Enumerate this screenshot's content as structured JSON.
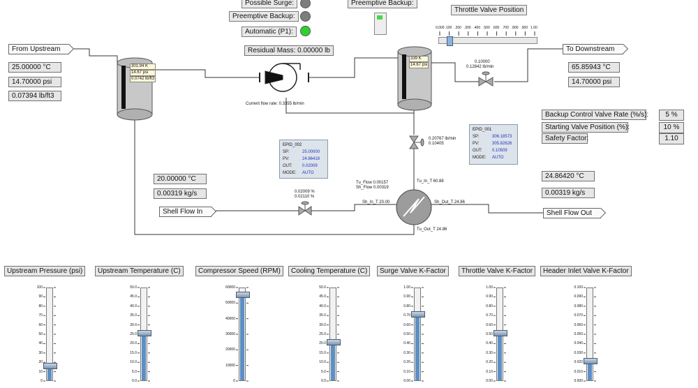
{
  "controls": {
    "possible_surge": "Possible Surge:",
    "preemptive_backup_top": "Preemptive Backup:",
    "automatic_p1": "Automatic (P1):",
    "preemptive_backup_switch": "Preemptive Backup:",
    "throttle_valve_position": "Throttle Valve Position",
    "residual_mass": "Residual Mass: 0.00000 lb",
    "led_colors": {
      "possible_surge": "#7d7d7d",
      "preemptive_backup": "#7d7d7d",
      "automatic": "#2fd12f"
    }
  },
  "throttle_scale": {
    "ticks": [
      "0.000",
      ".100",
      ".200",
      ".300",
      ".400",
      ".500",
      ".600",
      ".700",
      ".800",
      ".900",
      "1.00"
    ],
    "value": 0.08
  },
  "upstream": {
    "label": "From Upstream",
    "temp": "25.00000 °C",
    "pressure": "14.70000 psi",
    "density": "0.07394 lb/ft3"
  },
  "downstream": {
    "label": "To Downstream",
    "temp": "65.85943 °C",
    "pressure": "14.70000 psi"
  },
  "tank1_readout": [
    "301.94 K",
    "14.67 psi",
    "0.0742 lb/ft3"
  ],
  "tank2_readout": [
    "339 K",
    "14.67 psi"
  ],
  "compressor": {
    "flow_label": "Current flow rate: 0.3355 lb/min"
  },
  "throttle_valve": {
    "line1": "0.10000",
    "line2": "0.12842 lb/min"
  },
  "surge_valve": {
    "line1": "0.20767 lb/min",
    "line2": "0.10405"
  },
  "shell_valve": {
    "line1": "0.02009 %",
    "line2": "0.02110 %"
  },
  "pid_002": {
    "title": "EPID_002",
    "rows": [
      [
        "SP:",
        "25.00000"
      ],
      [
        "PV:",
        "24.86418"
      ],
      [
        "OUT:",
        "0.02009"
      ],
      [
        "MODE:",
        "AUTO"
      ]
    ]
  },
  "pid_001": {
    "title": "EPID_001",
    "rows": [
      [
        "SP:",
        "306.18573"
      ],
      [
        "PV:",
        "305.82626"
      ],
      [
        "OUT:",
        "0.10509"
      ],
      [
        "MODE:",
        "AUTO"
      ]
    ]
  },
  "shell_in": {
    "label": "Shell Flow In",
    "temp": "20.00000 °C",
    "flow": "0.00319 kg/s"
  },
  "shell_out": {
    "label": "Shell Flow Out",
    "temp": "24.86420 °C",
    "flow": "0.00319 kg/s"
  },
  "hx": {
    "tu_flow": "Tu_Flow 0.00157",
    "sh_flow": "Sh_Flow 0.00319",
    "tu_in": "Tu_In_T 60.88",
    "sh_in": "Sh_In_T 20.00",
    "sh_out": "Sh_Out_T 24.86",
    "tu_out": "Tu_Out_T 24.86"
  },
  "rates": [
    {
      "label": "Backup Control Valve Rate (%/s):",
      "value": "5 %"
    },
    {
      "label": "Starting Valve Position (%):",
      "value": "10 %"
    },
    {
      "label": "Safety Factor:",
      "value": "1.10"
    }
  ],
  "sliders": [
    {
      "label": "Upstream Pressure (psi)",
      "ticks": [
        "100",
        "90",
        "80",
        "70",
        "60",
        "50",
        "40",
        "30",
        "20",
        "10",
        "0"
      ],
      "fraction": 0.15
    },
    {
      "label": "Upstream Temperature (C)",
      "ticks": [
        "50.0",
        "45.0",
        "40.0",
        "35.0",
        "30.0",
        "25.0",
        "20.0",
        "15.0",
        "10.0",
        "5.0",
        "0.0"
      ],
      "fraction": 0.5
    },
    {
      "label": "Compressor Speed (RPM)",
      "ticks": [
        "60000",
        "50000",
        "40000",
        "30000",
        "20000",
        "10000",
        "0"
      ],
      "fraction": 0.91
    },
    {
      "label": "Cooling Temperature (C)",
      "ticks": [
        "50.0",
        "45.0",
        "40.0",
        "35.0",
        "30.0",
        "25.0",
        "20.0",
        "15.0",
        "10.0",
        "5.0",
        "0.0"
      ],
      "fraction": 0.4
    },
    {
      "label": "Surge Valve K-Factor",
      "ticks": [
        "1.00",
        "0.90",
        "0.80",
        "0.70",
        "0.60",
        "0.50",
        "0.40",
        "0.30",
        "0.20",
        "0.10",
        "0.00"
      ],
      "fraction": 0.7
    },
    {
      "label": "Throttle Valve K-Factor",
      "ticks": [
        "1.00",
        "0.90",
        "0.80",
        "0.70",
        "0.60",
        "0.50",
        "0.40",
        "0.30",
        "0.20",
        "0.10",
        "0.00"
      ],
      "fraction": 0.5
    },
    {
      "label": "Header Inlet Valve K-Factor",
      "ticks": [
        "0.100",
        "0.090",
        "0.080",
        "0.070",
        "0.060",
        "0.050",
        "0.040",
        "0.030",
        "0.020",
        "0.010",
        "0.000"
      ],
      "fraction": 0.2
    }
  ]
}
